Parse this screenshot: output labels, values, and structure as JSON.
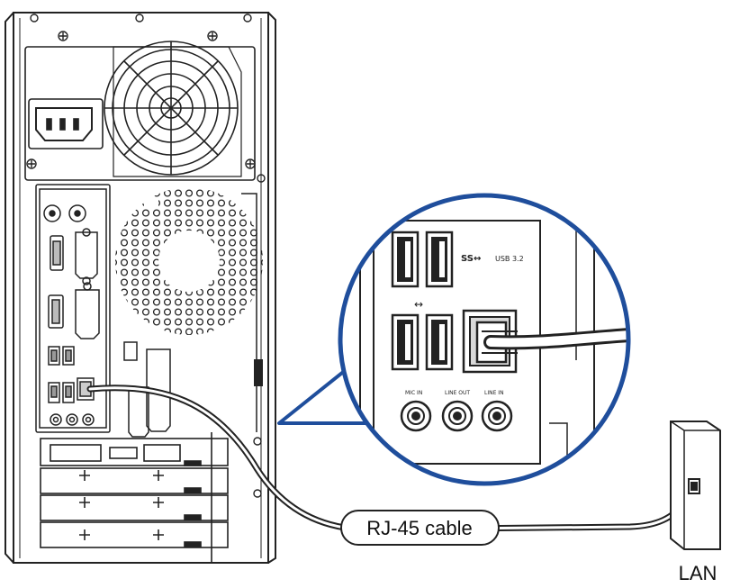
{
  "labels": {
    "cable": "RJ-45 cable",
    "lan": "LAN"
  },
  "zoom_labels": {
    "usb3_logo": "SS↔",
    "usb3_text": "USB 3.2",
    "usb2_logo": "↔",
    "audio_mic": "MIC IN",
    "audio_line_out": "LINE OUT",
    "audio_line_in": "LINE IN"
  },
  "colors": {
    "line": "#222222",
    "zoom_ring": "#1f4e9c",
    "background": "#ffffff",
    "port_fill": "#d9d9d9"
  }
}
